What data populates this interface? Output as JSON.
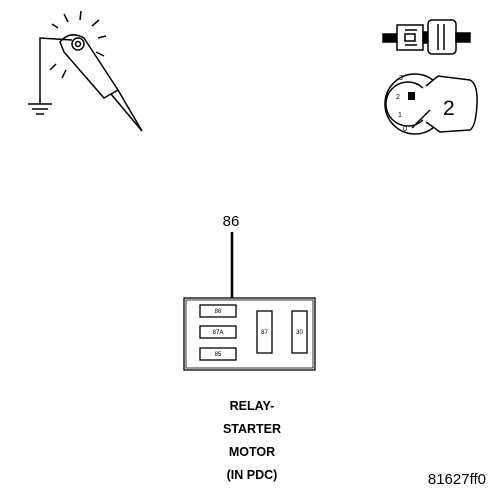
{
  "callout": {
    "pin": "86"
  },
  "relay": {
    "pins": {
      "p86": "86",
      "p87a": "87A",
      "p85": "85",
      "p87": "87",
      "p30": "30"
    }
  },
  "caption": {
    "line1": "RELAY-",
    "line2": "STARTER",
    "line3": "MOTOR",
    "line4": "(IN PDC)"
  },
  "ignition": {
    "positions": [
      "3",
      "2",
      "1",
      "0"
    ],
    "selected": "2"
  },
  "figure_ref": "81627ff0"
}
